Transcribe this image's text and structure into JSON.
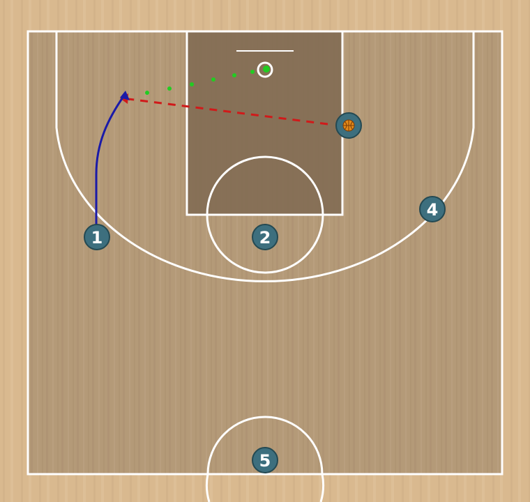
{
  "colors": {
    "wood_outer": "#d9b98f",
    "wood_inner": "#b49a78",
    "paint": "#826c53",
    "lines": "#ffffff",
    "player_fill": "#3d6f7e",
    "player_stroke": "#244952",
    "cut_path": "#1a1aa8",
    "pass_dash": "#d01a1a",
    "shot_dots": "#22cc22",
    "ball": "#e38a1a"
  },
  "players": [
    {
      "id": "player-1",
      "label": "1"
    },
    {
      "id": "player-2",
      "label": "2"
    },
    {
      "id": "player-3",
      "label": "",
      "has_ball": true
    },
    {
      "id": "player-4",
      "label": "4"
    },
    {
      "id": "player-5",
      "label": "5"
    }
  ],
  "actions": [
    {
      "type": "cut",
      "from": "1",
      "icon": "cut-arrow"
    },
    {
      "type": "pass",
      "from": "3",
      "to": "1",
      "icon": "dashed-pass-line"
    },
    {
      "type": "shot",
      "from": "1",
      "icon": "dotted-shot-line"
    }
  ]
}
